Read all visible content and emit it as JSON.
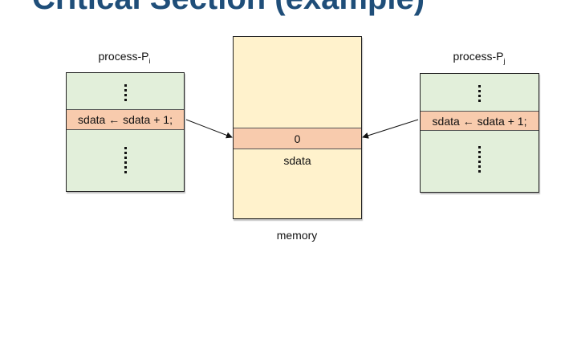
{
  "title": "Critical Section (example)",
  "process_i": {
    "name": "process-P",
    "subscript": "i",
    "statement": "sdata ← sdata + 1;"
  },
  "process_j": {
    "name": "process-P",
    "subscript": "j",
    "statement": "sdata ← sdata + 1;"
  },
  "memory": {
    "label": "memory",
    "value": "0",
    "variable": "sdata"
  },
  "colors": {
    "title": "#1f4e79",
    "process_bg": "#e2efda",
    "memory_bg": "#fff2cc",
    "highlight": "#f8cbad"
  }
}
